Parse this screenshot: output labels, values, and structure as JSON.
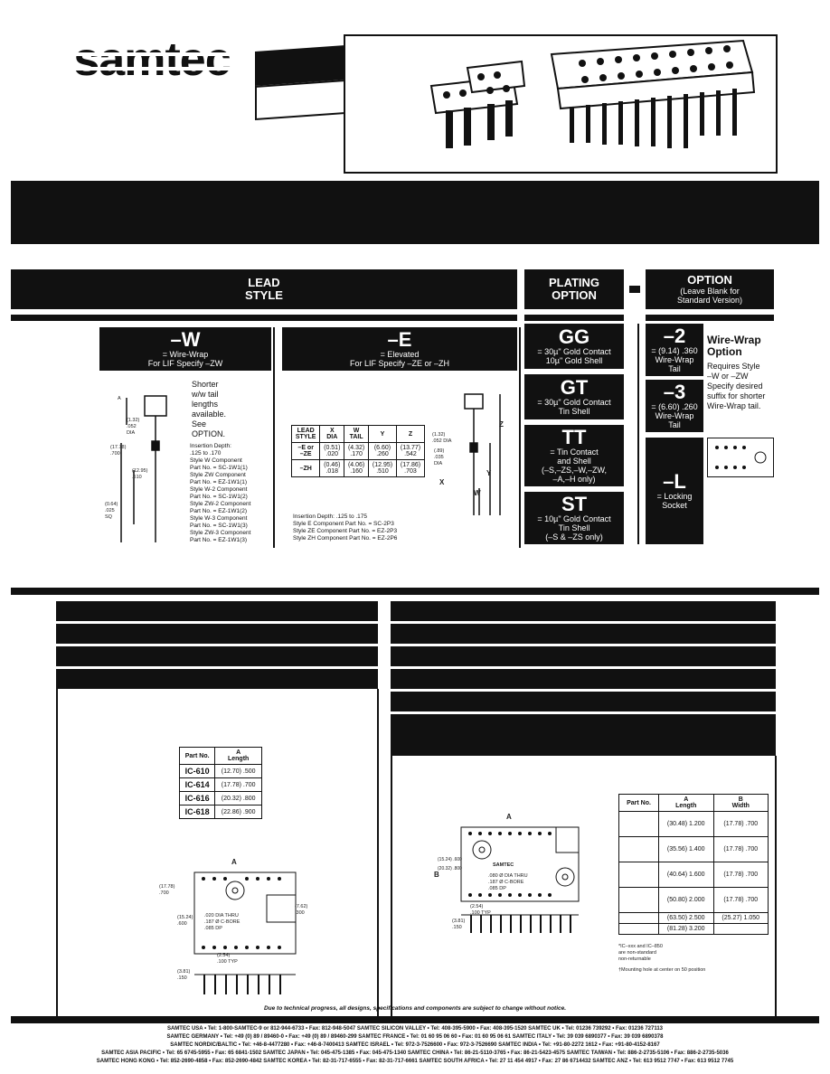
{
  "header": {
    "logo_text": "samtec"
  },
  "sections": {
    "lead_style": "LEAD\nSTYLE",
    "plating_option": "PLATING\nOPTION",
    "option_title": "OPTION",
    "option_sub": "(Leave Blank for\nStandard Version)"
  },
  "lead_styles": {
    "w": {
      "code": "–W",
      "desc1": "= Wire-Wrap",
      "desc2": "For LIF Specify –ZW",
      "note": "Shorter\nw/w tail\nlengths\navailable.\nSee\nOPTION.",
      "details": "Insertion Depth:\n.125 to .170\nStyle W Component\nPart No. = SC-1W1(1)\nStyle ZW Component\nPart No. = EZ-1W1(1)\nStyle W-2 Component\nPart No. = SC-1W1(2)\nStyle ZW-2 Component\nPart No. = EZ-1W1(2)\nStyle W-3 Component\nPart No. = SC-1W1(3)\nStyle ZW-3 Component\nPart No. = EZ-1W1(3)",
      "dims": {
        "a": "A",
        "dia1": "(1.32)\n.052\nDIA",
        "len": "(17.78)\n.700",
        "wt": "(12.95)\n.510",
        "sq": "(0.64)\n.025\nSQ"
      }
    },
    "e": {
      "code": "–E",
      "desc1": "= Elevated",
      "desc2": "For LIF Specify –ZE or –ZH",
      "table_headers": [
        "LEAD\nSTYLE",
        "X\nDIA",
        "W\nTAIL",
        "Y",
        "Z"
      ],
      "table_rows": [
        [
          "–E or\n–ZE",
          "(0.51)\n.020",
          "(4.32)\n.170",
          "(6.60)\n.260",
          "(13.77)\n.542"
        ],
        [
          "–ZH",
          "(0.46)\n.018",
          "(4.06)\n.160",
          "(12.95)\n.510",
          "(17.86)\n.703"
        ]
      ],
      "details": "Insertion Depth: .125 to .175\nStyle E Component Part No. = SC-2P3\nStyle ZE Component Part No. = EZ-2P3\nStyle ZH Component Part No. = EZ-2P6",
      "dims": {
        "z": "Z",
        "y": "Y",
        "x": "X",
        "w": "W",
        "dia1": "(1.32)\n.052 DIA",
        "dia2": "(.89)\n.035\nDIA"
      }
    }
  },
  "plating": [
    {
      "code": "GG",
      "desc": "= 30µ\" Gold Contact\n10µ\" Gold Shell"
    },
    {
      "code": "GT",
      "desc": "= 30µ\" Gold Contact\nTin Shell"
    },
    {
      "code": "TT",
      "desc": "= Tin Contact\nand Shell\n(–S,–ZS,–W,–ZW,\n–A,–H only)"
    },
    {
      "code": "ST",
      "desc": "= 10µ\" Gold Contact\nTin Shell\n(–S & –ZS only)"
    }
  ],
  "options": [
    {
      "code": "–2",
      "desc": "= (9.14) .360\nWire-Wrap\nTail"
    },
    {
      "code": "–3",
      "desc": "= (6.60) .260\nWire-Wrap\nTail"
    },
    {
      "code": "–L",
      "desc": "= Locking\nSocket"
    }
  ],
  "wirewrap_note": {
    "title": "Wire-Wrap\nOption",
    "body": "Requires Style\n–W or –ZW\nSpecify desired\nsuffix for shorter\nWire-Wrap tail."
  },
  "left_panel": {
    "table_headers": [
      "Part No.",
      "A\nLength"
    ],
    "table_rows": [
      [
        "IC-610",
        "(12.70) .500"
      ],
      [
        "IC-614",
        "(17.78) .700"
      ],
      [
        "IC-616",
        "(20.32) .800"
      ],
      [
        "IC-618",
        "(22.86) .900"
      ]
    ],
    "dims": {
      "a": "A",
      "h1": "(17.78)\n.700",
      "h2": "(7.62)\n.300",
      "h3": "(15.24)\n.600",
      "dia": ".020 DIA THRU\n.187 Ø C-BORE\n.085 DP",
      "pitch": "(2.54)\n.100 TYP",
      "dp": "(3.81)\n.150"
    }
  },
  "right_panel": {
    "table_headers": [
      "Part No.",
      "A\nLength",
      "B\nWidth"
    ],
    "table_rows": [
      [
        "",
        "(30.48) 1.200",
        "(17.78) .700"
      ],
      [
        "",
        "(35.56) 1.400",
        "(17.78) .700"
      ],
      [
        "",
        "(40.64) 1.600",
        "(17.78) .700"
      ],
      [
        "",
        "(50.80) 2.000",
        "(17.78) .700"
      ],
      [
        "",
        "(63.50) 2.500",
        "(25.27) 1.050"
      ],
      [
        "",
        "(81.28) 3.200",
        ""
      ]
    ],
    "note1": "*IC–xxx and IC–850\nare non-standard\nnon-returnable",
    "note2": "†Mounting hole at center on 50 position",
    "dims": {
      "a": "A",
      "b": "B",
      "brand": "SAMTEC",
      "h1": "(15.24) .600",
      "h2": "(20.32) .800",
      "dia": ".080 Ø DIA THRU\n.187 Ø C-BORE\n.085 DP",
      "pitch": "(2.54)\n.100 TYP",
      "dp": "(3.81)\n.150"
    }
  },
  "footer": {
    "disclaimer": "Due to technical progress, all designs, specifications and components are subject to change without notice.",
    "line1": "SAMTEC USA • Tel: 1-800-SAMTEC-9 or 812-944-6733 • Fax: 812-948-5047   SAMTEC SILICON VALLEY • Tel: 408-395-5900 • Fax: 408-395-1520   SAMTEC UK • Tel: 01236 739292 • Fax: 01236 727113",
    "line2": "SAMTEC GERMANY • Tel: +49 (0) 89 / 89460-0 • Fax: +49 (0) 89 / 89460-299   SAMTEC FRANCE • Tel: 01 60 95 06 60 • Fax: 01 60 95 06 61   SAMTEC ITALY • Tel: 39 039 6890377 • Fax: 39 039 6890378",
    "line3": "SAMTEC NORDIC/BALTIC • Tel: +46-8-4477280 • Fax: +46-8-7400413   SAMTEC ISRAEL • Tel: 972-3-7526600 • Fax: 972-3-7526690   SAMTEC INDIA • Tel: +91-80-2272 1612 • Fax: +91-80-4152-8167",
    "line4": "SAMTEC ASIA PACIFIC • Tel: 65 6745-5955 • Fax: 65 6841-1502   SAMTEC JAPAN • Tel: 045-475-1385 • Fax: 045-475-1340   SAMTEC CHINA • Tel: 86-21-5110-3765 • Fax: 86-21-5423-4575   SAMTEC TAIWAN • Tel: 886-2-2735-5106 • Fax: 886-2-2735-5036",
    "line5": "SAMTEC HONG KONG • Tel: 852-2690-4858 • Fax: 852-2690-4842   SAMTEC KOREA • Tel: 82-31-717-6555 • Fax: 82-31-717-6661   SAMTEC SOUTH AFRICA • Tel: 27 11 454 4917 • Fax: 27 86 6714432   SAMTEC ANZ • Tel: 613 9512 7747 • Fax: 613 9512 7745"
  }
}
